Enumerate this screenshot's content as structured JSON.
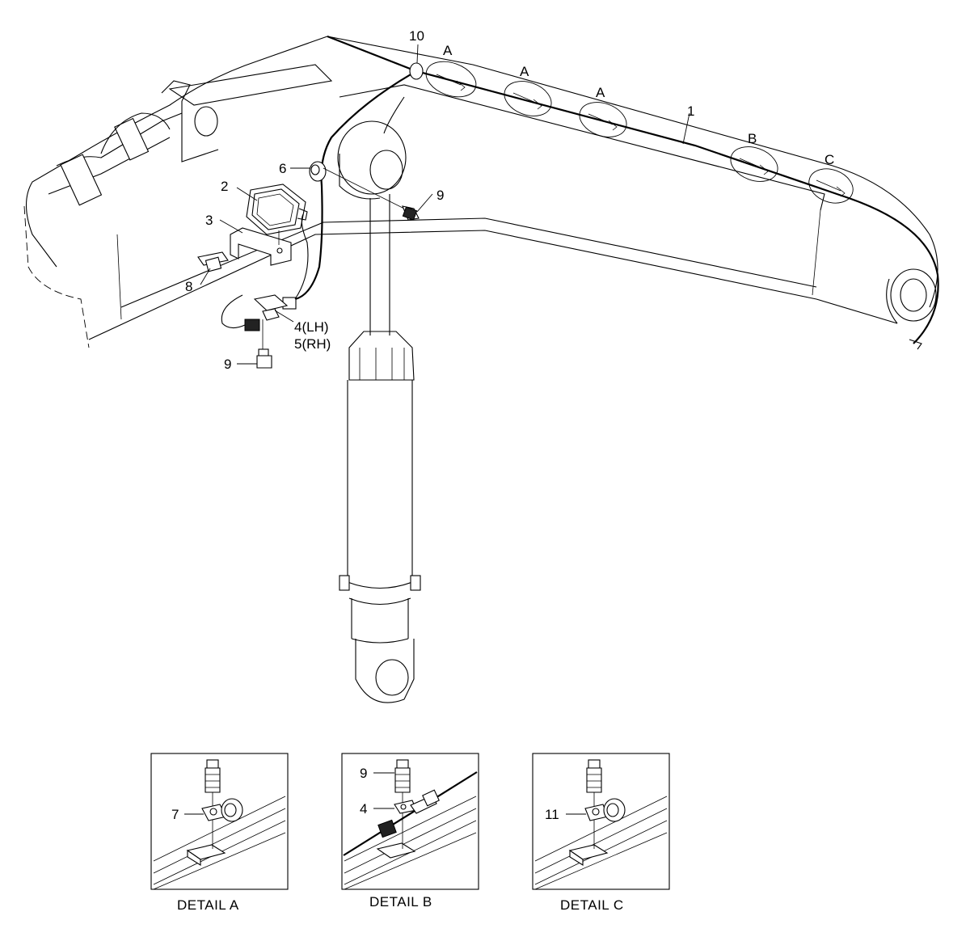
{
  "callouts": {
    "c1": "1",
    "c2": "2",
    "c3": "3",
    "c4lh": "4(LH)",
    "c5rh": "5(RH)",
    "c6": "6",
    "c8": "8",
    "c9a": "9",
    "c9b": "9",
    "c10": "10",
    "detailA1": "A",
    "detailA2": "A",
    "detailA3": "A",
    "detailB": "B",
    "detailC": "C"
  },
  "details": {
    "a": {
      "title": "DETAIL  A",
      "part": "7"
    },
    "b": {
      "title": "DETAIL  B",
      "part_top": "9",
      "part_mid": "4"
    },
    "c": {
      "title": "DETAIL  C",
      "part": "11"
    }
  }
}
